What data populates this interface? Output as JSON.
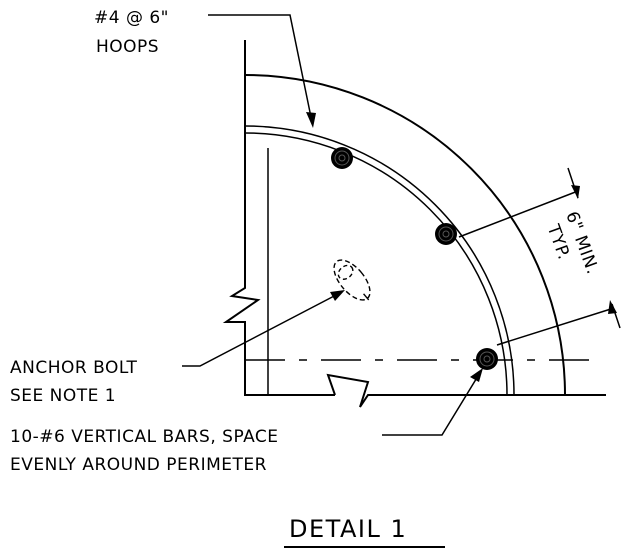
{
  "labels": {
    "hoops_line1": "#4 @ 6\"",
    "hoops_line2": "HOOPS",
    "anchor_line1": "ANCHOR BOLT",
    "anchor_line2": "SEE NOTE 1",
    "bars_line1": "10-#6 VERTICAL BARS, SPACE",
    "bars_line2": "EVENLY AROUND PERIMETER",
    "dim_line1": "6\" MIN.",
    "dim_line2": "TYP.",
    "title": "DETAIL 1"
  },
  "colors": {
    "ink": "#000000",
    "background": "#ffffff"
  }
}
